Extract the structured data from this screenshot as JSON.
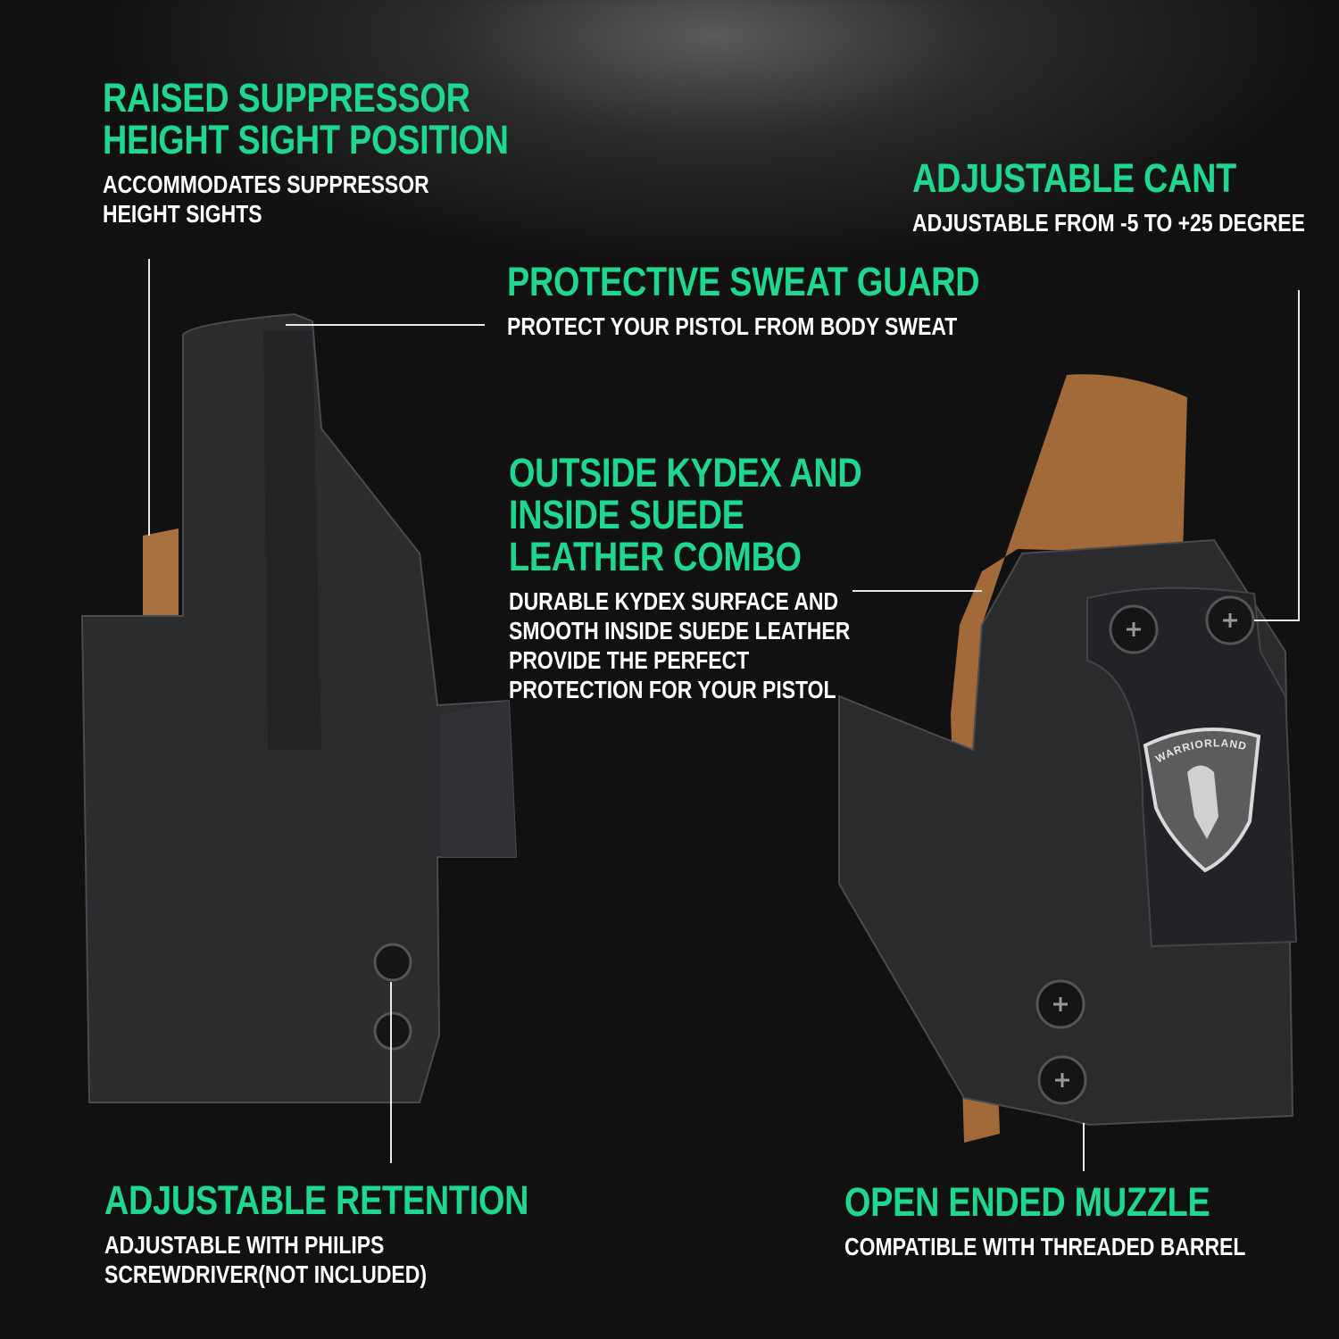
{
  "brand_logo_text": "WARRIORLAND",
  "accent_color": "#1fd890",
  "features": {
    "raised_sight": {
      "title": [
        "RAISED SUPPRESSOR",
        "HEIGHT SIGHT POSITION"
      ],
      "desc": [
        "ACCOMMODATES SUPPRESSOR",
        "HEIGHT SIGHTS"
      ]
    },
    "adjustable_cant": {
      "title": [
        "ADJUSTABLE CANT"
      ],
      "desc": [
        "ADJUSTABLE FROM -5 TO +25 DEGREE"
      ]
    },
    "sweat_guard": {
      "title": [
        "PROTECTIVE SWEAT GUARD"
      ],
      "desc": [
        "PROTECT YOUR PISTOL FROM BODY SWEAT"
      ]
    },
    "kydex_combo": {
      "title": [
        "OUTSIDE KYDEX AND",
        "INSIDE SUEDE",
        "LEATHER COMBO"
      ],
      "desc": [
        "DURABLE KYDEX SURFACE AND",
        "SMOOTH INSIDE SUEDE LEATHER",
        "PROVIDE THE PERFECT",
        "PROTECTION FOR YOUR PISTOL"
      ]
    },
    "retention": {
      "title": [
        "ADJUSTABLE RETENTION"
      ],
      "desc": [
        "ADJUSTABLE WITH PHILIPS",
        "SCREWDRIVER(NOT INCLUDED)"
      ]
    },
    "muzzle": {
      "title": [
        "OPEN ENDED MUZZLE"
      ],
      "desc": [
        "COMPATIBLE WITH THREADED BARREL"
      ]
    }
  }
}
